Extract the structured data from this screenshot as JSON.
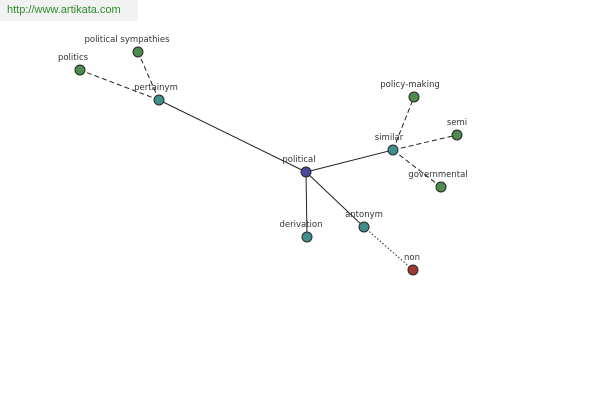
{
  "watermark": {
    "text": "http://www.artikata.com"
  },
  "colors": {
    "edge": "#222222",
    "node_stroke": "#2a2a2a",
    "center": "#4a4a9a",
    "relation": "#3f8f8f",
    "term": "#4f8a4f",
    "antonym_term": "#9a3a32"
  },
  "graph": {
    "nodes": [
      {
        "id": "political",
        "label": "political",
        "kind": "center"
      },
      {
        "id": "pertainym",
        "label": "pertainym",
        "kind": "relation"
      },
      {
        "id": "similar",
        "label": "similar",
        "kind": "relation"
      },
      {
        "id": "derivation",
        "label": "derivation",
        "kind": "relation"
      },
      {
        "id": "antonym",
        "label": "antonym",
        "kind": "relation"
      },
      {
        "id": "politics",
        "label": "politics",
        "kind": "term"
      },
      {
        "id": "political_sympathies",
        "label": "political sympathies",
        "kind": "term"
      },
      {
        "id": "policy_making",
        "label": "policy-making",
        "kind": "term"
      },
      {
        "id": "semi",
        "label": "semi",
        "kind": "term"
      },
      {
        "id": "governmental",
        "label": "governmental",
        "kind": "term"
      },
      {
        "id": "non",
        "label": "non",
        "kind": "antonym_term"
      }
    ],
    "edges": [
      {
        "from": "political",
        "to": "pertainym",
        "style": "solid"
      },
      {
        "from": "political",
        "to": "similar",
        "style": "solid"
      },
      {
        "from": "political",
        "to": "derivation",
        "style": "solid"
      },
      {
        "from": "political",
        "to": "antonym",
        "style": "solid"
      },
      {
        "from": "pertainym",
        "to": "politics",
        "style": "dashed"
      },
      {
        "from": "pertainym",
        "to": "political_sympathies",
        "style": "dashed"
      },
      {
        "from": "similar",
        "to": "policy_making",
        "style": "dashed"
      },
      {
        "from": "similar",
        "to": "semi",
        "style": "dashed"
      },
      {
        "from": "similar",
        "to": "governmental",
        "style": "dashed"
      },
      {
        "from": "antonym",
        "to": "non",
        "style": "dotted"
      }
    ]
  }
}
